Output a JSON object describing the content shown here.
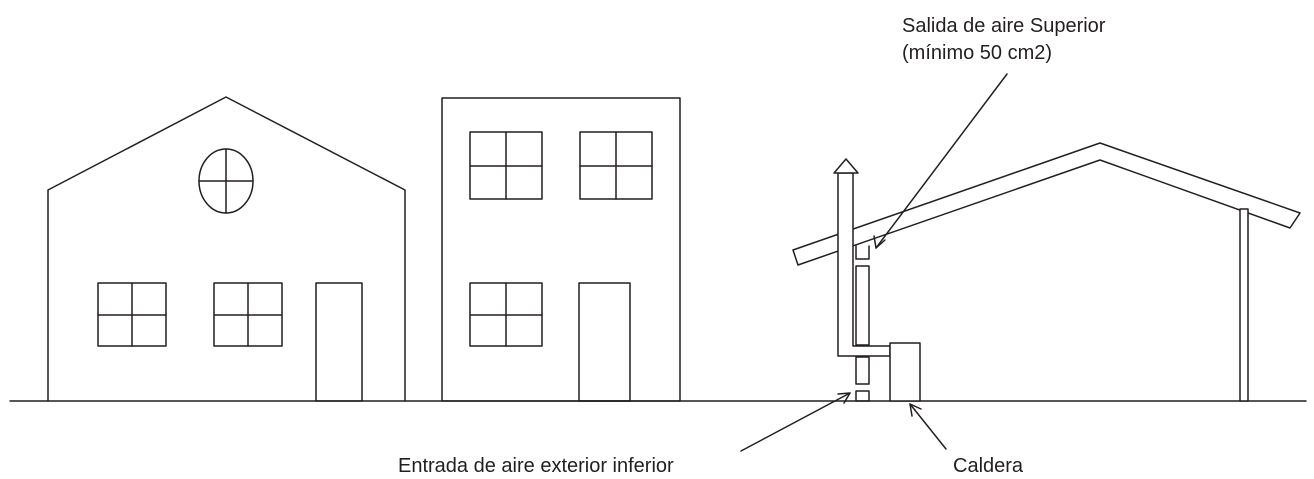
{
  "labels": {
    "salida_line1": "Salida de aire Superior",
    "salida_line2": "(mínimo 50 cm2)",
    "entrada": "Entrada de aire exterior inferior",
    "caldera": "Caldera"
  },
  "colors": {
    "stroke": "#231f20",
    "background": "#ffffff"
  }
}
